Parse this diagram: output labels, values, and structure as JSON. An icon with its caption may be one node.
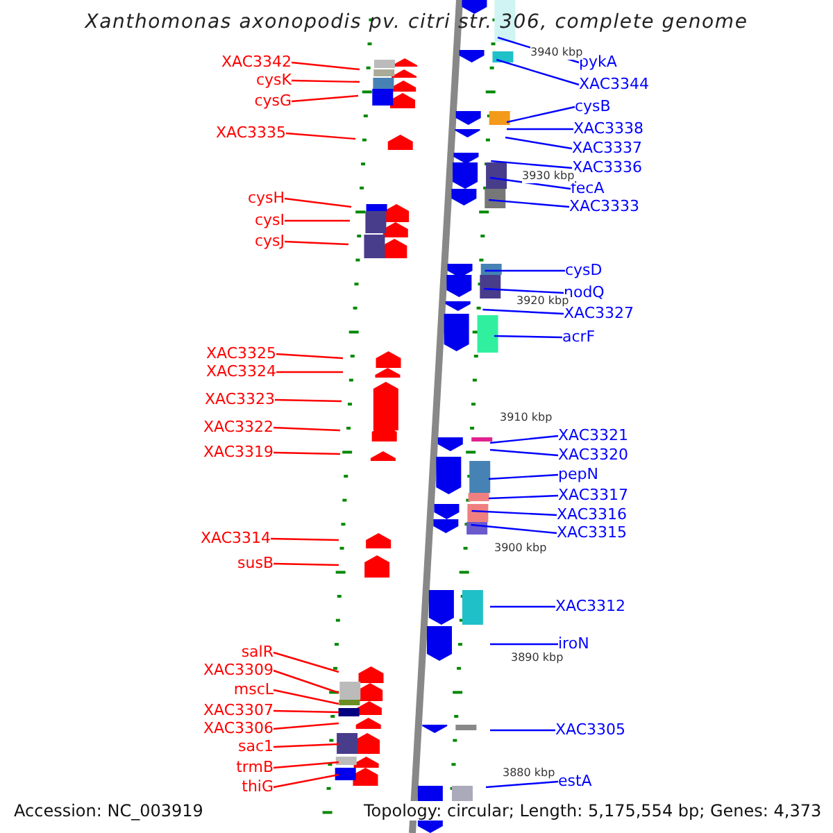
{
  "diagram": {
    "title": "Xanthomonas axonopodis pv. citri str. 306, complete genome",
    "nodes": [
      {
        "text": [
          "XAC3342"
        ]
      },
      {
        "text": [
          "cysK"
        ]
      },
      {
        "text": [
          "cysG"
        ]
      },
      {
        "text": [
          "XAC3335"
        ]
      },
      {
        "text": [
          "cysH"
        ]
      },
      {
        "text": [
          "cysI"
        ]
      },
      {
        "text": [
          "cysJ"
        ]
      },
      {
        "text": [
          "XAC3325"
        ]
      },
      {
        "text": [
          "XAC3324"
        ]
      },
      {
        "text": [
          "XAC3323"
        ]
      },
      {
        "text": [
          "XAC3322"
        ]
      },
      {
        "text": [
          "XAC3319"
        ]
      },
      {
        "text": [
          "XAC3314"
        ]
      },
      {
        "text": [
          "susB"
        ]
      },
      {
        "text": [
          "salR"
        ]
      },
      {
        "text": [
          "XAC3309"
        ]
      },
      {
        "text": [
          "mscL"
        ]
      },
      {
        "text": [
          "XAC3307"
        ]
      },
      {
        "text": [
          "XAC3306"
        ]
      },
      {
        "text": [
          "sac1"
        ]
      },
      {
        "text": [
          "trmB"
        ]
      },
      {
        "text": [
          "thiG"
        ]
      },
      {
        "text": [
          "pykA"
        ]
      },
      {
        "text": [
          "XAC3344"
        ]
      },
      {
        "text": [
          "cysB"
        ]
      },
      {
        "text": [
          "XAC3338"
        ]
      },
      {
        "text": [
          "XAC3337"
        ]
      },
      {
        "text": [
          "XAC3336"
        ]
      },
      {
        "text": [
          "fecA"
        ]
      },
      {
        "text": [
          "XAC3333"
        ]
      },
      {
        "text": [
          "cysD"
        ]
      },
      {
        "text": [
          "nodQ"
        ]
      },
      {
        "text": [
          "XAC3327"
        ]
      },
      {
        "text": [
          "acrF"
        ]
      },
      {
        "text": [
          "XAC3321"
        ]
      },
      {
        "text": [
          "XAC3320"
        ]
      },
      {
        "text": [
          "pepN"
        ]
      },
      {
        "text": [
          "XAC3317"
        ]
      },
      {
        "text": [
          "XAC3316"
        ]
      },
      {
        "text": [
          "XAC3315"
        ]
      },
      {
        "text": [
          "XAC3312"
        ]
      },
      {
        "text": [
          "iroN"
        ]
      },
      {
        "text": [
          "XAC3305"
        ]
      },
      {
        "text": [
          "estA"
        ]
      }
    ],
    "edges": [
      {
        "from": 0,
        "to": null,
        "arrow": "none",
        "color": "#ff0000"
      },
      {
        "from": 1,
        "to": null,
        "arrow": "none",
        "color": "#ff0000"
      },
      {
        "from": 2,
        "to": null,
        "arrow": "none",
        "color": "#ff0000"
      },
      {
        "from": 3,
        "to": null,
        "arrow": "none",
        "color": "#ff0000"
      },
      {
        "from": 4,
        "to": null,
        "arrow": "none",
        "color": "#ff0000"
      },
      {
        "from": 5,
        "to": null,
        "arrow": "none",
        "color": "#ff0000"
      },
      {
        "from": 6,
        "to": null,
        "arrow": "none",
        "color": "#ff0000"
      },
      {
        "from": 7,
        "to": null,
        "arrow": "none",
        "color": "#ff0000"
      },
      {
        "from": 8,
        "to": null,
        "arrow": "none",
        "color": "#ff0000"
      },
      {
        "from": 9,
        "to": null,
        "arrow": "none",
        "color": "#ff0000"
      },
      {
        "from": 10,
        "to": null,
        "arrow": "none",
        "color": "#ff0000"
      },
      {
        "from": 11,
        "to": null,
        "arrow": "none",
        "color": "#ff0000"
      },
      {
        "from": 12,
        "to": null,
        "arrow": "none",
        "color": "#ff0000"
      },
      {
        "from": 13,
        "to": null,
        "arrow": "none",
        "color": "#ff0000"
      },
      {
        "from": 14,
        "to": null,
        "arrow": "none",
        "color": "#ff0000"
      },
      {
        "from": 15,
        "to": null,
        "arrow": "none",
        "color": "#ff0000"
      },
      {
        "from": 16,
        "to": null,
        "arrow": "none",
        "color": "#ff0000"
      },
      {
        "from": 17,
        "to": null,
        "arrow": "none",
        "color": "#ff0000"
      },
      {
        "from": 18,
        "to": null,
        "arrow": "none",
        "color": "#ff0000"
      },
      {
        "from": 19,
        "to": null,
        "arrow": "none",
        "color": "#ff0000"
      },
      {
        "from": 20,
        "to": null,
        "arrow": "none",
        "color": "#ff0000"
      },
      {
        "from": 21,
        "to": null,
        "arrow": "none",
        "color": "#ff0000"
      },
      {
        "from": 22,
        "to": null,
        "arrow": "none",
        "color": "#0000ff"
      },
      {
        "from": 23,
        "to": null,
        "arrow": "none",
        "color": "#0000ff"
      },
      {
        "from": 24,
        "to": null,
        "arrow": "none",
        "color": "#0000ff"
      },
      {
        "from": 25,
        "to": null,
        "arrow": "none",
        "color": "#0000ff"
      },
      {
        "from": 26,
        "to": null,
        "arrow": "none",
        "color": "#0000ff"
      },
      {
        "from": 27,
        "to": null,
        "arrow": "none",
        "color": "#0000ff"
      },
      {
        "from": 28,
        "to": null,
        "arrow": "none",
        "color": "#0000ff"
      },
      {
        "from": 29,
        "to": null,
        "arrow": "none",
        "color": "#0000ff"
      },
      {
        "from": 30,
        "to": null,
        "arrow": "none",
        "color": "#0000ff"
      },
      {
        "from": 31,
        "to": null,
        "arrow": "none",
        "color": "#0000ff"
      },
      {
        "from": 32,
        "to": null,
        "arrow": "none",
        "color": "#0000ff"
      },
      {
        "from": 33,
        "to": null,
        "arrow": "none",
        "color": "#0000ff"
      },
      {
        "from": 34,
        "to": null,
        "arrow": "none",
        "color": "#0000ff"
      },
      {
        "from": 35,
        "to": null,
        "arrow": "none",
        "color": "#0000ff"
      },
      {
        "from": 36,
        "to": null,
        "arrow": "none",
        "color": "#0000ff"
      },
      {
        "from": 37,
        "to": null,
        "arrow": "none",
        "color": "#0000ff"
      },
      {
        "from": 38,
        "to": null,
        "arrow": "none",
        "color": "#0000ff"
      },
      {
        "from": 39,
        "to": null,
        "arrow": "none",
        "color": "#0000ff"
      },
      {
        "from": 40,
        "to": null,
        "arrow": "none",
        "color": "#0000ff"
      },
      {
        "from": 41,
        "to": null,
        "arrow": "none",
        "color": "#0000ff"
      },
      {
        "from": 42,
        "to": null,
        "arrow": "none",
        "color": "#0000ff"
      },
      {
        "from": 43,
        "to": null,
        "arrow": "none",
        "color": "#0000ff"
      }
    ],
    "labels": [
      "3940 kbp",
      "3930 kbp",
      "3920 kbp",
      "3910 kbp",
      "3900 kbp",
      "3890 kbp",
      "3880 kbp",
      "Accession: NC_003919",
      "Topology: circular; Length: 5,175,554 bp; Genes: 4,373"
    ]
  }
}
